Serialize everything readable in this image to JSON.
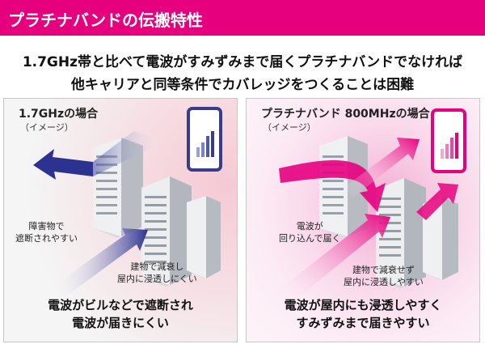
{
  "header": {
    "title": "プラチナバンドの伝搬特性"
  },
  "headline": {
    "line1": "1.7GHz帯と比べて電波がすみずみまで届くプラチナバンドでなければ",
    "line2": "他キャリアと同等条件でカバレッジをつくることは困難"
  },
  "left_panel": {
    "title": "1.7GHzの場合",
    "subtitle": "（イメージ）",
    "note_obstacle": [
      "障害物で",
      "遮断されやすい"
    ],
    "note_building": [
      "建物で減衰し",
      "屋内に浸透しにくい"
    ],
    "conclusion": [
      "電波がビルなどで遮断され",
      "電波が届きにくい"
    ]
  },
  "right_panel": {
    "title": "プラチナバンド 800MHzの場合",
    "subtitle": "（イメージ）",
    "note_diffraction": [
      "電波が",
      "回り込んで届く"
    ],
    "note_building": [
      "建物で減衰せず",
      "屋内に浸透しやすい"
    ],
    "conclusion": [
      "電波が屋内にも浸透しやすく",
      "すみずみまで届きやすい"
    ]
  },
  "colors": {
    "brand": "#e6007e",
    "left_arrow": "#3a3f8f",
    "right_arrow": "#e6007e",
    "phone_frame_left": "#3b3b8c",
    "phone_frame_right": "#e6007e"
  },
  "icons": {
    "phone_left": "smartphone-signal-bars-icon",
    "phone_right": "smartphone-signal-bars-icon",
    "buildings": "office-building-icon"
  }
}
